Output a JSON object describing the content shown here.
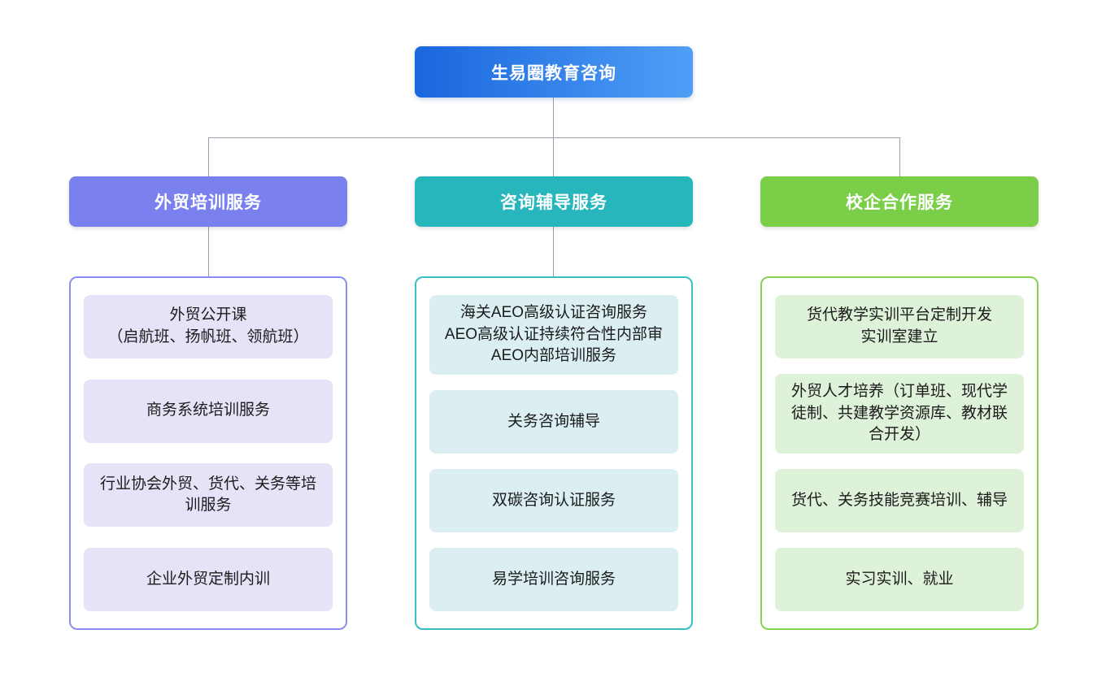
{
  "root": {
    "label": "生易圈教育咨询",
    "gradient_start": "#1a66dd",
    "gradient_end": "#4f9ff7"
  },
  "connector_color": "#97a0ab",
  "branches": [
    {
      "id": "foreign-trade-training",
      "label": "外贸培训服务",
      "header_color": "#7b80ef",
      "border_color": "#8a8ef2",
      "item_bg": "#e5e3f8",
      "items": [
        "外贸公开课\n（启航班、扬帆班、领航班）",
        "商务系统培训服务",
        "行业协会外贸、货代、关务等培训服务",
        "企业外贸定制内训"
      ]
    },
    {
      "id": "consulting-coaching",
      "label": "咨询辅导服务",
      "header_color": "#28b6bd",
      "border_color": "#3abec4",
      "item_bg": "#dbeff2",
      "items": [
        "海关AEO高级认证咨询服务\nAEO高级认证持续符合性内部审\nAEO内部培训服务",
        "关务咨询辅导",
        "双碳咨询认证服务",
        "易学培训咨询服务"
      ]
    },
    {
      "id": "school-enterprise-cooperation",
      "label": "校企合作服务",
      "header_color": "#7bce48",
      "border_color": "#86d353",
      "item_bg": "#def1d9",
      "items": [
        "货代教学实训平台定制开发\n实训室建立",
        "外贸人才培养（订单班、现代学徒制、共建教学资源库、教材联合开发）",
        "货代、关务技能竞赛培训、辅导",
        "实习实训、就业"
      ]
    }
  ]
}
